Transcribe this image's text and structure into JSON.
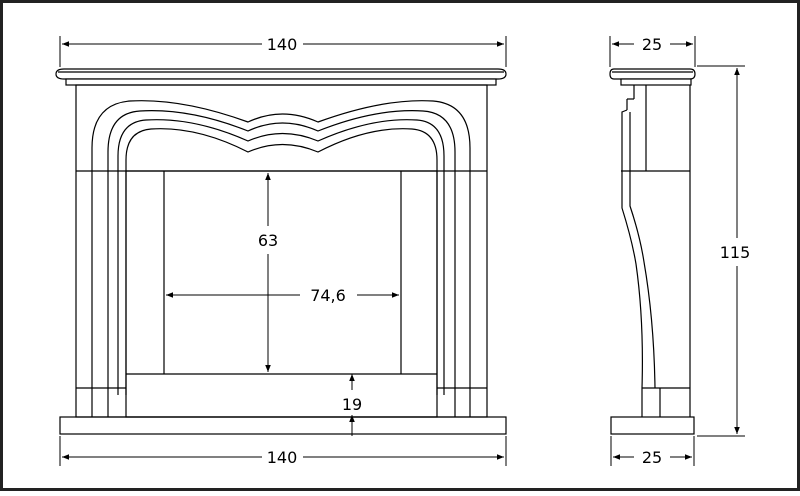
{
  "dimensions": {
    "front_top_width": "140",
    "front_bottom_width": "140",
    "opening_height": "63",
    "opening_width": "74,6",
    "hearth_height": "19",
    "side_top_depth": "25",
    "side_bottom_depth": "25",
    "side_height": "115"
  },
  "colors": {
    "line": "#000000",
    "background": "#ffffff",
    "border": "#222222"
  }
}
